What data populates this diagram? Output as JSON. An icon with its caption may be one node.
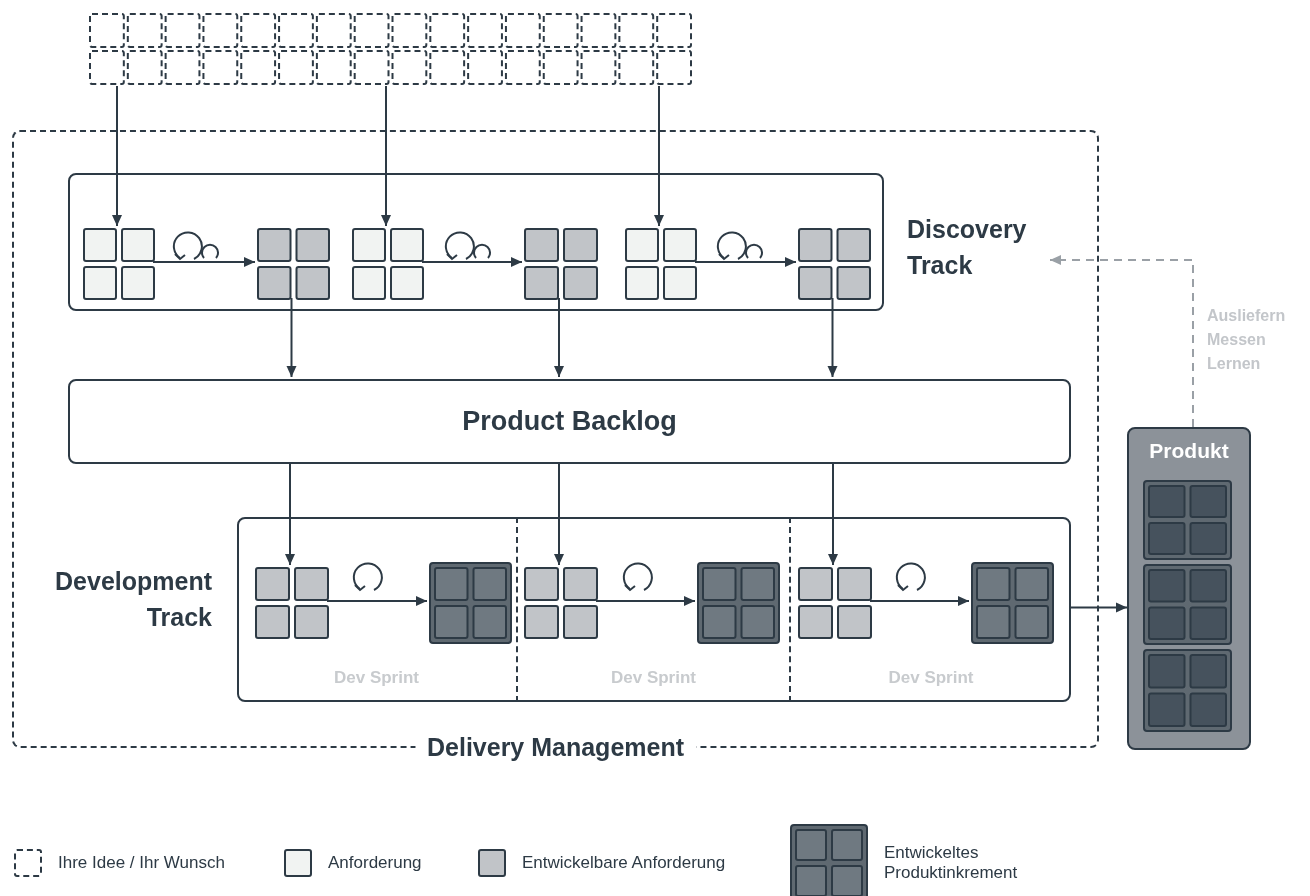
{
  "diagram": {
    "nodes": [
      {
        "text": [],
        "shape": "box"
      },
      {
        "text": [
          "Delivery Management"
        ]
      },
      {
        "text": [
          "Discovery Track"
        ],
        "in": 1
      },
      {
        "text": [],
        "shape": "box",
        "in": 2
      },
      {
        "text": [],
        "shape": "box",
        "in": 2
      },
      {
        "text": [],
        "shape": "box",
        "in": 2
      },
      {
        "text": [],
        "shape": "box",
        "in": 2
      },
      {
        "text": [],
        "shape": "box",
        "in": 2
      },
      {
        "text": [],
        "shape": "box",
        "in": 2
      },
      {
        "text": [
          "Product Backlog"
        ],
        "in": 1
      },
      {
        "text": [
          "Development Track"
        ],
        "in": 1
      },
      {
        "text": [
          "Dev Sprint"
        ],
        "in": 10
      },
      {
        "text": [
          "Dev Sprint"
        ],
        "in": 10
      },
      {
        "text": [
          "Dev Sprint"
        ],
        "in": 10
      },
      {
        "text": [],
        "shape": "box",
        "in": 11
      },
      {
        "text": [],
        "shape": "box",
        "in": 11
      },
      {
        "text": [],
        "shape": "box",
        "in": 12
      },
      {
        "text": [],
        "shape": "box",
        "in": 12
      },
      {
        "text": [],
        "shape": "box",
        "in": 13
      },
      {
        "text": [],
        "shape": "box",
        "in": 13
      },
      {
        "text": [
          "Produkt"
        ]
      },
      {
        "text": [],
        "shape": "box",
        "in": 20
      },
      {
        "text": [],
        "shape": "box",
        "in": 20
      },
      {
        "text": [],
        "shape": "box",
        "in": 20
      }
    ],
    "edges": [
      {
        "from": 0,
        "to": 3,
        "arrow": "to"
      },
      {
        "from": 0,
        "to": 5,
        "arrow": "to"
      },
      {
        "from": 0,
        "to": 7,
        "arrow": "to"
      },
      {
        "from": 3,
        "to": 4,
        "arrow": "to"
      },
      {
        "from": 5,
        "to": 6,
        "arrow": "to"
      },
      {
        "from": 7,
        "to": 8,
        "arrow": "to"
      },
      {
        "from": 4,
        "to": 9,
        "arrow": "to"
      },
      {
        "from": 6,
        "to": 9,
        "arrow": "to"
      },
      {
        "from": 8,
        "to": 9,
        "arrow": "to"
      },
      {
        "from": 9,
        "to": 14,
        "arrow": "to"
      },
      {
        "from": 9,
        "to": 16,
        "arrow": "to"
      },
      {
        "from": 9,
        "to": 18,
        "arrow": "to"
      },
      {
        "from": 14,
        "to": 15,
        "arrow": "to"
      },
      {
        "from": 16,
        "to": 17,
        "arrow": "to"
      },
      {
        "from": 18,
        "to": 19,
        "arrow": "to"
      },
      {
        "from": 10,
        "to": 20,
        "arrow": "to"
      },
      {
        "from": 20,
        "to": 2,
        "arrow": "to",
        "label": "Ausliefern Messen Lernen",
        "style": "dashed",
        "color": "#9aa0a6"
      }
    ],
    "legend": [
      {
        "text": "Ihre Idee / Ihr Wunsch"
      },
      {
        "text": "Anforderung",
        "color": "#f1f3f2"
      },
      {
        "text": "Entwickelbare Anforderung",
        "color": "#c1c4c8"
      },
      {
        "text": "Entwickeltes Produktinkrement"
      }
    ]
  }
}
